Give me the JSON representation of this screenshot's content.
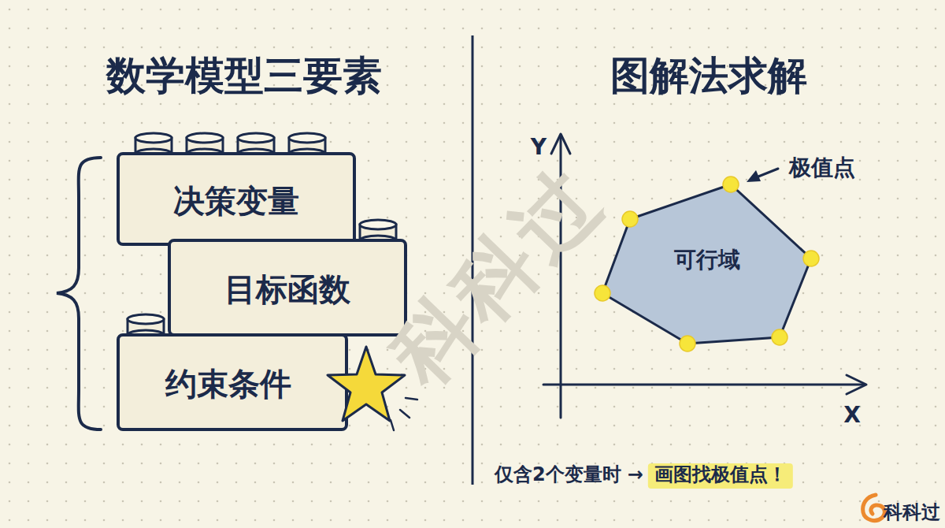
{
  "diagram": {
    "title": "数学模型三要素",
    "nodes": [
      {
        "text": [
          "决策变量"
        ]
      },
      {
        "text": [
          "目标函数"
        ]
      },
      {
        "text": [
          "约束条件"
        ]
      },
      {
        "text": [
          "可行域"
        ]
      }
    ],
    "labels": [
      "图解法求解",
      "Y",
      "X",
      "极值点",
      "仅含2个变量时",
      "→",
      "画图找极值点！",
      "科科过",
      "科科过"
    ]
  }
}
